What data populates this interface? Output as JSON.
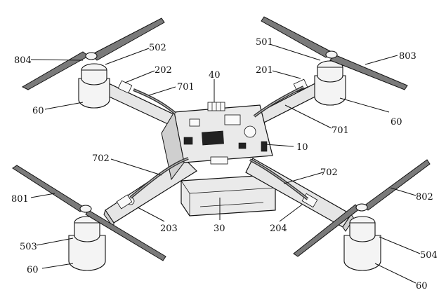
{
  "labels": {
    "l804": "804",
    "l502": "502",
    "l202": "202",
    "l701a": "701",
    "l60a": "60",
    "l40": "40",
    "l501": "501",
    "l803": "803",
    "l201": "201",
    "l60b": "60",
    "l701b": "701",
    "l10": "10",
    "l702a": "702",
    "l702b": "702",
    "l801": "801",
    "l802": "802",
    "l203": "203",
    "l30": "30",
    "l204": "204",
    "l503": "503",
    "l504": "504",
    "l60c": "60",
    "l60d": "60"
  }
}
